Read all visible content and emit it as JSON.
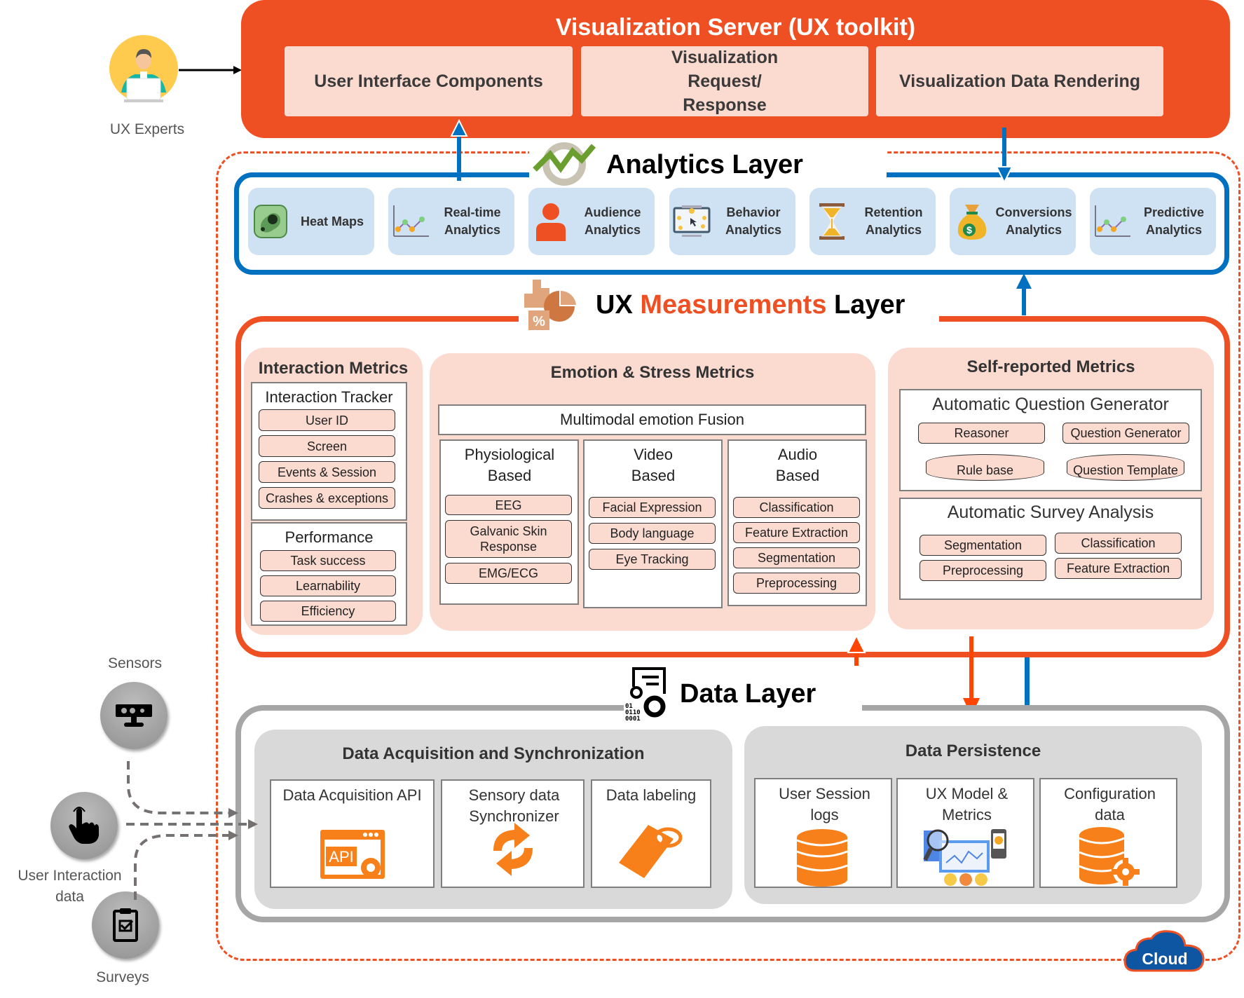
{
  "actor": {
    "label": "UX Experts"
  },
  "viz_server": {
    "title": "Visualization Server (UX toolkit)",
    "components": [
      "User Interface Components",
      "Visualization Request/ Response",
      "Visualization Data Rendering"
    ]
  },
  "analytics_layer": {
    "title": "Analytics Layer",
    "cards": [
      {
        "label": "Heat Maps",
        "icon": "heatmap-icon"
      },
      {
        "label": "Real-time Analytics",
        "icon": "line-chart-icon"
      },
      {
        "label": "Audience Analytics",
        "icon": "person-icon"
      },
      {
        "label": "Behavior Analytics",
        "icon": "screen-cursor-icon"
      },
      {
        "label": "Retention Analytics",
        "icon": "hourglass-icon"
      },
      {
        "label": "Conversions Analytics",
        "icon": "money-bag-icon"
      },
      {
        "label": "Predictive Analytics",
        "icon": "line-chart-icon"
      }
    ]
  },
  "ux_measurements_layer": {
    "title_prefix": "UX ",
    "title_highlight": "Measurements",
    "title_suffix": " Layer",
    "highlight_color": "#ef5023",
    "interaction_metrics": {
      "title": "Interaction Metrics",
      "tracker": {
        "title": "Interaction Tracker",
        "items": [
          "User ID",
          "Screen",
          "Events & Session",
          "Crashes & exceptions"
        ]
      },
      "performance": {
        "title": "Performance",
        "items": [
          "Task success",
          "Learnability",
          "Efficiency"
        ]
      }
    },
    "emotion_stress": {
      "title": "Emotion & Stress Metrics",
      "fusion": "Multimodal emotion Fusion",
      "physiological": {
        "title": "Physiological Based",
        "items": [
          "EEG",
          "Galvanic Skin Response",
          "EMG/ECG"
        ]
      },
      "video": {
        "title": "Video Based",
        "items": [
          "Facial Expression",
          "Body language",
          "Eye Tracking"
        ]
      },
      "audio": {
        "title": "Audio Based",
        "items": [
          "Classification",
          "Feature Extraction",
          "Segmentation",
          "Preprocessing"
        ]
      }
    },
    "self_reported": {
      "title": "Self-reported Metrics",
      "question_generator": {
        "title": "Automatic Question Generator",
        "items": [
          "Reasoner",
          "Question Generator"
        ],
        "stores": [
          "Rule base",
          "Question Template"
        ]
      },
      "survey_analysis": {
        "title": "Automatic Survey Analysis",
        "items": [
          "Segmentation",
          "Classification",
          "Preprocessing",
          "Feature Extraction"
        ]
      }
    }
  },
  "data_layer": {
    "title": "Data Layer",
    "acquisition": {
      "title": "Data Acquisition and Synchronization",
      "items": [
        {
          "label": "Data Acquisition API",
          "icon": "api-icon"
        },
        {
          "label": "Sensory data Synchronizer",
          "icon": "sync-icon"
        },
        {
          "label": "Data labeling",
          "icon": "tag-icon"
        }
      ]
    },
    "persistence": {
      "title": "Data Persistence",
      "items": [
        {
          "label": "User Session logs",
          "icon": "database-icon"
        },
        {
          "label": "UX Model  & Metrics",
          "icon": "analytics-dashboard-icon"
        },
        {
          "label": "Configuration data",
          "icon": "database-gear-icon"
        }
      ]
    }
  },
  "sources": [
    {
      "label": "Sensors",
      "icon": "sensor-camera-icon"
    },
    {
      "label": "User Interaction data",
      "icon": "pointing-hand-icon"
    },
    {
      "label": "Surveys",
      "icon": "clipboard-check-icon"
    }
  ],
  "cloud": {
    "label": "Cloud"
  },
  "colors": {
    "orange": "#ef5023",
    "blue": "#0070c0",
    "pink": "#fbdad0",
    "light_blue": "#cfe2f3",
    "gray": "#a6a6a6",
    "icon_orange": "#f7801a"
  }
}
